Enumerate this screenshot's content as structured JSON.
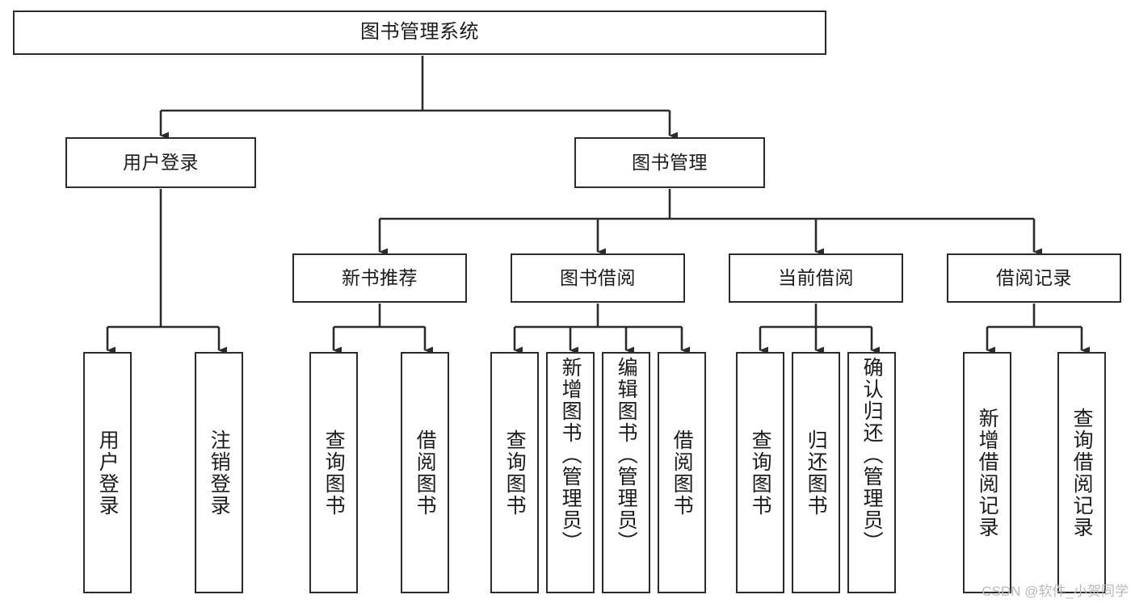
{
  "diagram": {
    "title": "图书管理系统",
    "type": "tree",
    "colors": {
      "stroke": "#2b2b2b",
      "fill": "#ffffff",
      "text": "#1b1b1b",
      "watermark": "#b9b9b9"
    },
    "watermark": "CSDN @软件_小贺同学",
    "levels": {
      "root": [
        "图书管理系统"
      ],
      "level2": [
        "用户登录",
        "图书管理"
      ],
      "level3": [
        "新书推荐",
        "图书借阅",
        "当前借阅",
        "借阅记录"
      ],
      "leaves": [
        "用户登录",
        "注销登录",
        "查询图书",
        "借阅图书",
        "查询图书",
        "新增图书（管理员）",
        "编辑图书（管理员）",
        "借阅图书",
        "查询图书",
        "归还图书",
        "确认归还（管理员）",
        "新增借阅记录",
        "查询借阅记录"
      ]
    },
    "nodes": {
      "root": {
        "label": "图书管理系统"
      },
      "user_login": {
        "label": "用户登录"
      },
      "book_manage": {
        "label": "图书管理"
      },
      "new_book_rec": {
        "label": "新书推荐"
      },
      "book_borrow": {
        "label": "图书借阅"
      },
      "current_borrow": {
        "label": "当前借阅"
      },
      "borrow_record": {
        "label": "借阅记录"
      },
      "leaf_user_login": {
        "label": "用户登录"
      },
      "leaf_logout": {
        "label": "注销登录"
      },
      "leaf_query_book_1": {
        "label": "查询图书"
      },
      "leaf_borrow_book_1": {
        "label": "借阅图书"
      },
      "leaf_query_book_2": {
        "label": "查询图书"
      },
      "leaf_add_book": {
        "label": "新增图书（管理员）"
      },
      "leaf_edit_book": {
        "label": "编辑图书（管理员）"
      },
      "leaf_borrow_book_2": {
        "label": "借阅图书"
      },
      "leaf_query_book_3": {
        "label": "查询图书"
      },
      "leaf_return_book": {
        "label": "归还图书"
      },
      "leaf_confirm_return": {
        "label": "确认归还（管理员）"
      },
      "leaf_add_record": {
        "label": "新增借阅记录"
      },
      "leaf_query_record": {
        "label": "查询借阅记录"
      }
    },
    "edges": [
      {
        "from": "root",
        "to": "user_login"
      },
      {
        "from": "root",
        "to": "book_manage"
      },
      {
        "from": "book_manage",
        "to": "new_book_rec"
      },
      {
        "from": "book_manage",
        "to": "book_borrow"
      },
      {
        "from": "book_manage",
        "to": "current_borrow"
      },
      {
        "from": "book_manage",
        "to": "borrow_record"
      },
      {
        "from": "user_login",
        "to": "leaf_user_login"
      },
      {
        "from": "user_login",
        "to": "leaf_logout"
      },
      {
        "from": "new_book_rec",
        "to": "leaf_query_book_1"
      },
      {
        "from": "new_book_rec",
        "to": "leaf_borrow_book_1"
      },
      {
        "from": "book_borrow",
        "to": "leaf_query_book_2"
      },
      {
        "from": "book_borrow",
        "to": "leaf_add_book"
      },
      {
        "from": "book_borrow",
        "to": "leaf_edit_book"
      },
      {
        "from": "book_borrow",
        "to": "leaf_borrow_book_2"
      },
      {
        "from": "current_borrow",
        "to": "leaf_query_book_3"
      },
      {
        "from": "current_borrow",
        "to": "leaf_return_book"
      },
      {
        "from": "current_borrow",
        "to": "leaf_confirm_return"
      },
      {
        "from": "borrow_record",
        "to": "leaf_add_record"
      },
      {
        "from": "borrow_record",
        "to": "leaf_query_record"
      }
    ]
  }
}
